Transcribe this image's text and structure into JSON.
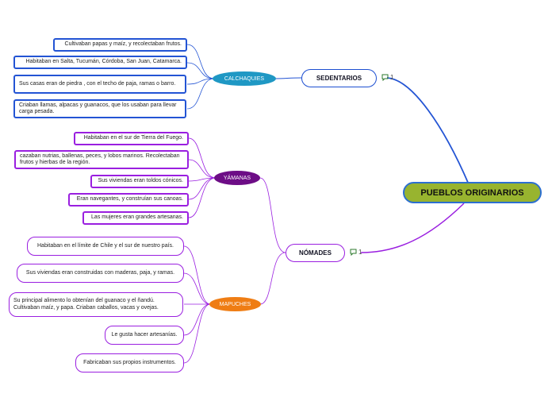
{
  "central": "PUEBLOS ORIGINARIOS",
  "sedentarios": {
    "label": "SEDENTARIOS",
    "note_count": "1"
  },
  "nomades": {
    "label": "NÓMADES",
    "note_count": "1"
  },
  "calchaquies": {
    "label": "CALCHAQUIES",
    "items": [
      "Cultivaban papas y maíz, y recolectaban frutos.",
      "Habitaban en Salta, Tucumán, Córdoba, San Juan, Catamarca.",
      "Sus casas eran de piedra , con el techo de paja, ramas o barro.",
      "Criaban llamas, alpacas y guanacos,  que los usaban para llevar carga pesada."
    ]
  },
  "yamanas": {
    "label": "YÁMANAS",
    "items": [
      "Habitaban en el sur de Tierra del Fuego.",
      "cazaban nutrias, ballenas, peces, y lobos marinos. Recolectaban frutos y hierbas de la región.",
      "Sus viviendas eran toldos cónicos.",
      "Eran navegantes, y construían sus canoas.",
      "Las mujeres eran grandes artesanas."
    ]
  },
  "mapuches": {
    "label": "MAPUCHES",
    "items": [
      "Habitaban  en el límite de Chile y el sur de nuestro país.",
      "Sus viviendas eran construidas con maderas, paja, y ramas.",
      "Su principal alimento lo obtenían del guanaco y el ñandú. Cultivaban maíz, y papa. Criaban  caballos, vacas y ovejas.",
      "Le gusta hacer artesanías.",
      "Fabricaban sus propios  instrumentos."
    ]
  },
  "colors": {
    "central_fill": "#98b42f",
    "calchaquies": "#1f98c4",
    "yamanas": "#6d0d86",
    "mapuches": "#ef7d14",
    "blue_line": "#2354d4",
    "purple_line": "#9a1fe0"
  },
  "icons": {
    "note": "comment-icon"
  }
}
